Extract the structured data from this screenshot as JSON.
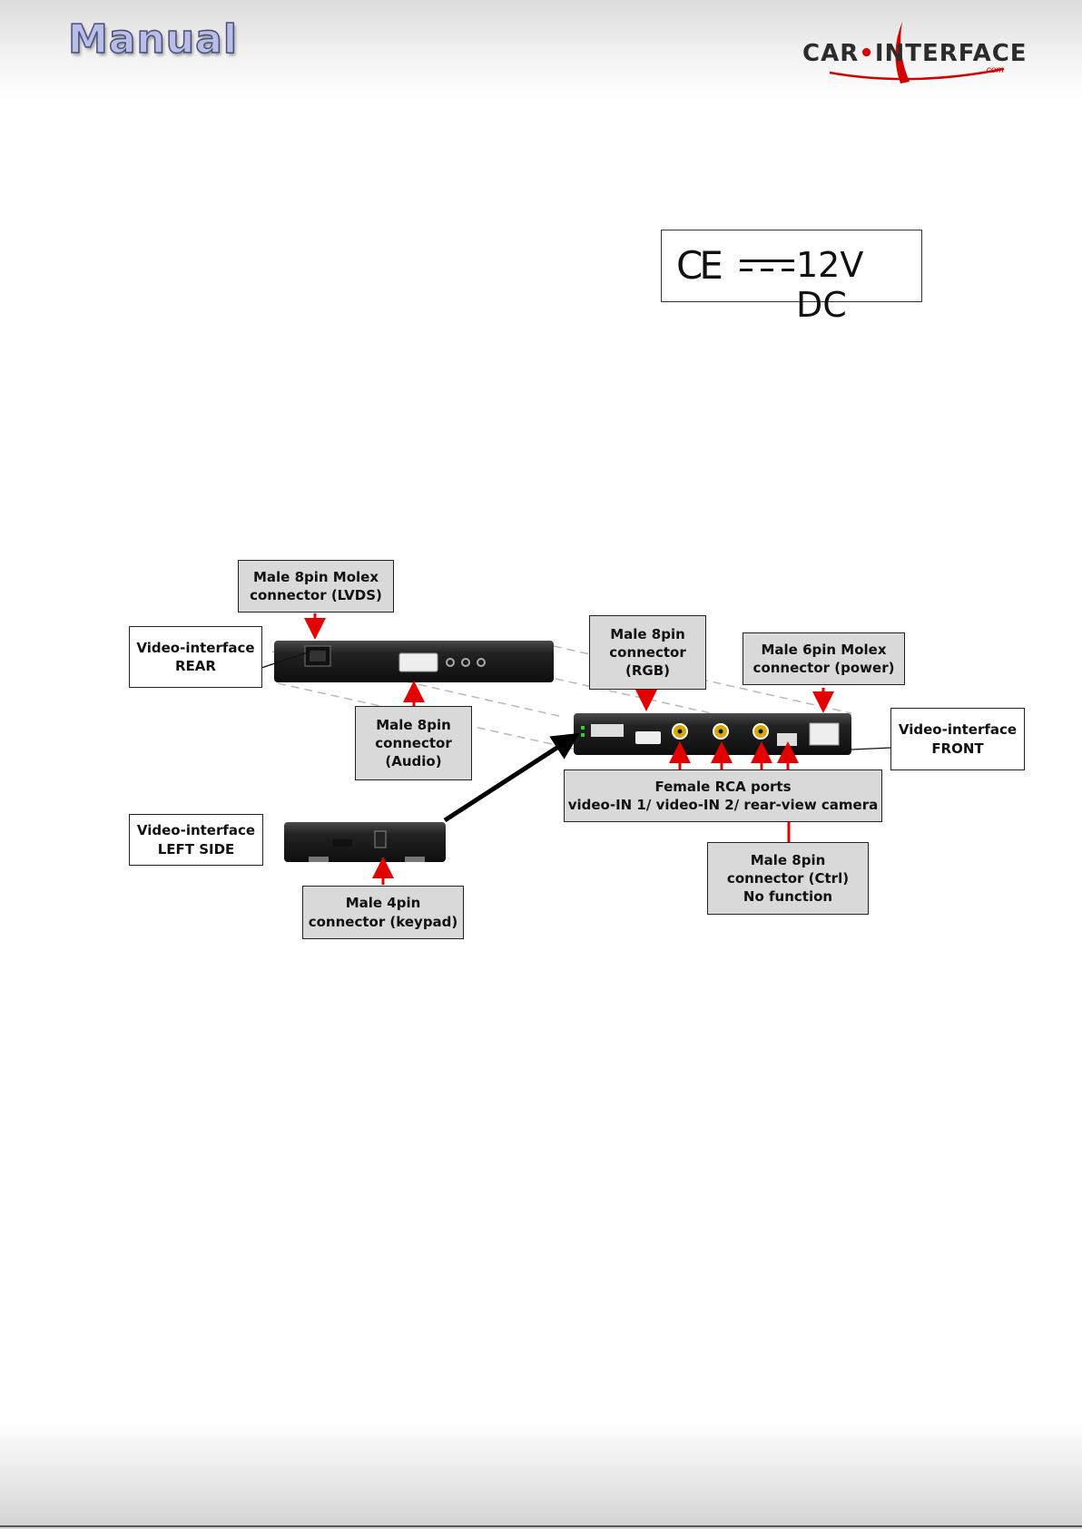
{
  "header": {
    "title": "Manual",
    "logo_text_left": "CAR",
    "logo_text_right": "INTERFACE",
    "logo_suffix": ".com"
  },
  "certification": {
    "ce_mark": "CE",
    "voltage": "12V DC"
  },
  "diagram": {
    "labels": {
      "lvds": "Male 8pin Molex\nconnector (LVDS)",
      "rear": "Video-interface\nREAR",
      "rgb": "Male 8pin\nconnector\n(RGB)",
      "power": "Male 6pin Molex\nconnector (power)",
      "audio": "Male 8pin\nconnector\n(Audio)",
      "front": "Video-interface\nFRONT",
      "rca": "Female RCA ports\nvideo-IN 1/ video-IN 2/ rear-view camera",
      "left_side": "Video-interface\nLEFT SIDE",
      "keypad": "Male 4pin\nconnector (keypad)",
      "ctrl": "Male 8pin\nconnector (Ctrl)\nNo function"
    }
  }
}
